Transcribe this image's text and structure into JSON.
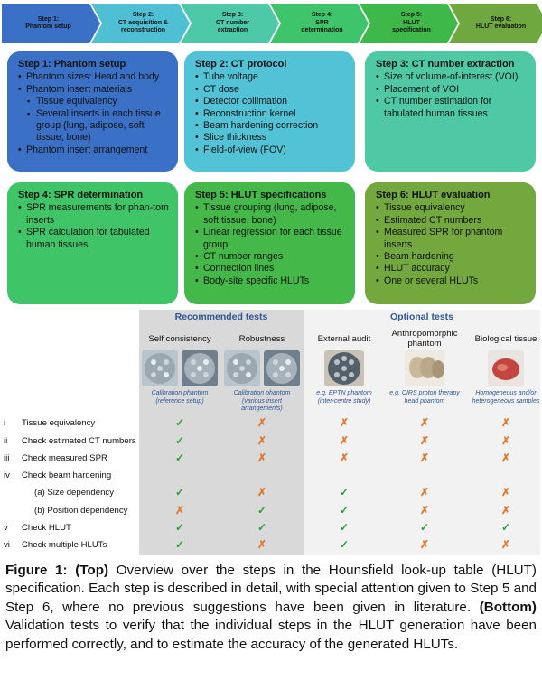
{
  "workflow": [
    {
      "step": "Step 1:",
      "title": "Phantom setup",
      "color": "#3a70c6"
    },
    {
      "step": "Step 2:",
      "title": "CT acquisition &\nreconstruction",
      "color": "#4fbfd3"
    },
    {
      "step": "Step 3:",
      "title": "CT number\nextraction",
      "color": "#4dc8a8"
    },
    {
      "step": "Step 4:",
      "title": "SPR\ndetermination",
      "color": "#3ec56c"
    },
    {
      "step": "Step 5:",
      "title": "HLUT\nspecification",
      "color": "#3fb84a"
    },
    {
      "step": "Step 6:",
      "title": "HLUT evaluation",
      "color": "#6fa83e"
    }
  ],
  "panels": [
    {
      "title": "Step 1: Phantom setup",
      "color": "#3a70c6",
      "items": [
        {
          "text": "Phantom sizes: Head and body",
          "sub": false
        },
        {
          "text": "Phantom insert materials",
          "sub": false
        },
        {
          "text": "Tissue equivalency",
          "sub": true
        },
        {
          "text": "Several inserts in each tissue group (lung, adipose, soft tissue, bone)",
          "sub": true
        },
        {
          "text": "Phantom insert arrangement",
          "sub": false
        }
      ]
    },
    {
      "title": "Step 2: CT protocol",
      "color": "#52c3d6",
      "items": [
        {
          "text": "Tube voltage",
          "sub": false
        },
        {
          "text": "CT dose",
          "sub": false
        },
        {
          "text": "Detector collimation",
          "sub": false
        },
        {
          "text": "Reconstruction kernel",
          "sub": false
        },
        {
          "text": "Beam hardening correction",
          "sub": false
        },
        {
          "text": "Slice thickness",
          "sub": false
        },
        {
          "text": "Field-of-view (FOV)",
          "sub": false
        }
      ]
    },
    {
      "title": "Step 3: CT number extraction",
      "color": "#4fc9a3",
      "items": [
        {
          "text": "Size of volume-of-interest (VOI)",
          "sub": false
        },
        {
          "text": "Placement of VOI",
          "sub": false
        },
        {
          "text": "CT number estimation for tabulated human tissues",
          "sub": false
        }
      ]
    },
    {
      "title": "Step 4: SPR determination",
      "color": "#3fc567",
      "items": [
        {
          "text": "SPR measurements for phan-tom inserts",
          "sub": false
        },
        {
          "text": "SPR calculation for tabulated human tissues",
          "sub": false
        }
      ]
    },
    {
      "title": "Step 5: HLUT specifications",
      "color": "#44b94a",
      "items": [
        {
          "text": "Tissue grouping (lung, adipose, soft tissue, bone)",
          "sub": false
        },
        {
          "text": "Linear regression for each tissue group",
          "sub": false
        },
        {
          "text": "CT number ranges",
          "sub": false
        },
        {
          "text": "Connection lines",
          "sub": false
        },
        {
          "text": "Body-site specific HLUTs",
          "sub": false
        }
      ]
    },
    {
      "title": "Step 6: HLUT evaluation",
      "color": "#72a83e",
      "items": [
        {
          "text": "Tissue equivalency",
          "sub": false
        },
        {
          "text": "Estimated CT numbers",
          "sub": false
        },
        {
          "text": "Measured SPR for phantom inserts",
          "sub": false
        },
        {
          "text": "Beam hardening",
          "sub": false
        },
        {
          "text": "HLUT accuracy",
          "sub": false
        },
        {
          "text": "One or several HLUTs",
          "sub": false
        }
      ]
    }
  ],
  "validation": {
    "groups": {
      "recommended": "Recommended tests",
      "optional": "Optional tests"
    },
    "columns": [
      {
        "title": "Self consistency",
        "note": "Calibration phantom\n(reference setup)"
      },
      {
        "title": "Robustness",
        "note": "Calibration phantom\n(various insert\narrangements)"
      },
      {
        "title": "External audit",
        "note": "e.g. EPTN phantom\n(inter-centre study)"
      },
      {
        "title": "Anthropomorphic\nphantom",
        "note": "e.g. CIRS proton therapy\nhead phantom"
      },
      {
        "title": "Biological tissue",
        "note": "Homogeneous and/or\nheterogeneous samples"
      }
    ],
    "symbols": {
      "yes": "✓",
      "no": "✗"
    },
    "rows": [
      {
        "num": "i",
        "label": "Tissue equivalency",
        "indent": false,
        "marks": [
          "yes",
          "no",
          "no",
          "no",
          "no"
        ]
      },
      {
        "num": "ii",
        "label": "Check estimated CT numbers",
        "indent": false,
        "marks": [
          "yes",
          "no",
          "no",
          "no",
          "no"
        ]
      },
      {
        "num": "iii",
        "label": "Check measured SPR",
        "indent": false,
        "marks": [
          "yes",
          "no",
          "no",
          "no",
          "no"
        ]
      },
      {
        "num": "iv",
        "label": "Check beam hardening",
        "indent": false,
        "marks": []
      },
      {
        "num": "",
        "label": "(a) Size dependency",
        "indent": true,
        "marks": [
          "yes",
          "no",
          "yes",
          "no",
          "no"
        ]
      },
      {
        "num": "",
        "label": "(b) Position dependency",
        "indent": true,
        "marks": [
          "no",
          "yes",
          "yes",
          "no",
          "no"
        ]
      },
      {
        "num": "v",
        "label": "Check HLUT",
        "indent": false,
        "marks": [
          "yes",
          "yes",
          "yes",
          "yes",
          "yes"
        ]
      },
      {
        "num": "vi",
        "label": "Check multiple HLUTs",
        "indent": false,
        "marks": [
          "yes",
          "no",
          "yes",
          "no",
          "no"
        ]
      }
    ]
  },
  "caption": {
    "label": "Figure 1:",
    "top_tag": "(Top)",
    "top_text": " Overview over the steps in the Hounsfield look-up table (HLUT) specification. Each step is described in detail, with special attention given to Step 5 and Step 6, where no previous suggestions have been given in literature. ",
    "bottom_tag": "(Bottom)",
    "bottom_text": " Validation tests to verify that the individual steps in the HLUT generation have been performed correctly, and to estimate the accuracy of the generated HLUTs."
  }
}
